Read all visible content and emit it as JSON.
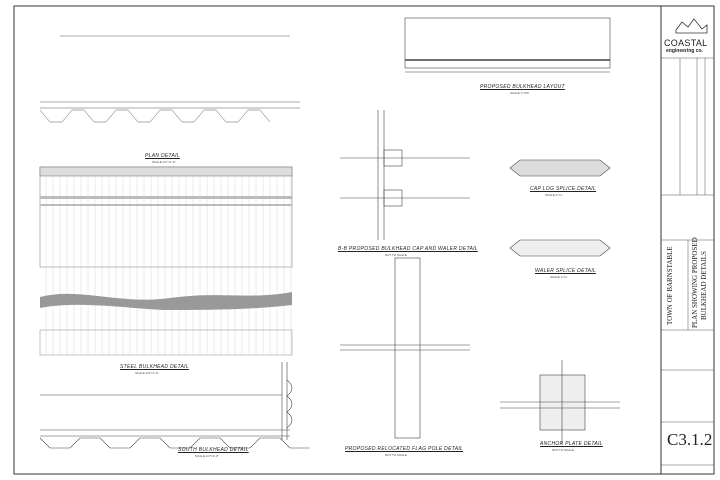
{
  "company": {
    "name": "COASTAL",
    "sub": "engineering co."
  },
  "details": [
    {
      "title": "PLAN DETAIL",
      "scale": "SCALE 1/2\"=1'-0\""
    },
    {
      "title": "STEEL BULKHEAD DETAIL",
      "scale": "SCALE 1/2\"=1'-0\""
    },
    {
      "title": "SOUTH BULKHEAD DETAIL",
      "scale": "SCALE 1/2\"=1'-0\""
    },
    {
      "title": "PROPOSED BULKHEAD LAYOUT",
      "scale": "SCALE 1\"=50'"
    },
    {
      "title": "B-B PROPOSED BULKHEAD CAP AND WALER DETAIL",
      "scale": "NOT TO SCALE"
    },
    {
      "title": "CAP LOG SPLICE DETAIL",
      "scale": "SCALE 1\"=1'"
    },
    {
      "title": "WALER SPLICE DETAIL",
      "scale": "SCALE 1\"=1'"
    },
    {
      "title": "PROPOSED RELOCATED FLAG POLE DETAIL",
      "scale": "NOT TO SCALE"
    },
    {
      "title": "ANCHOR PLATE DETAIL",
      "scale": "NOT TO SCALE"
    }
  ],
  "title_block": {
    "client": "TOWN OF BARNSTABLE",
    "sheet_title_1": "PLAN SHOWING PROPOSED",
    "sheet_title_2": "BULKHEAD DETAILS",
    "sheet_number": "C3.1.2"
  }
}
